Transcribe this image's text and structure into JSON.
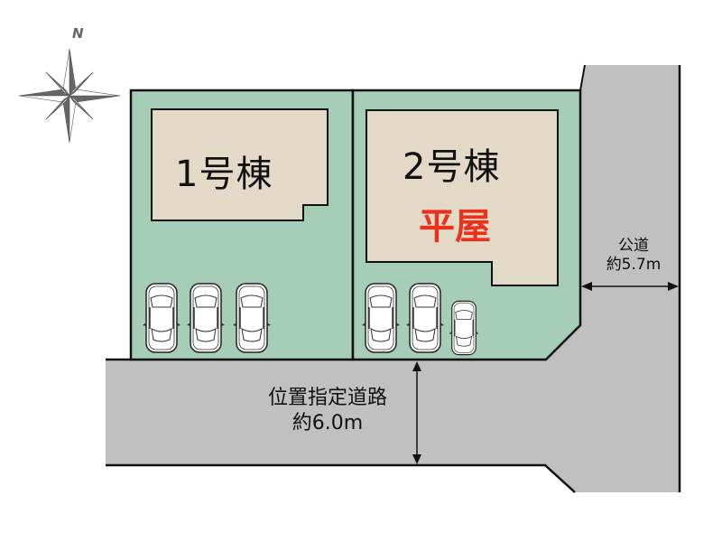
{
  "compass": {
    "north_label": "N",
    "icon": "compass-rose-icon"
  },
  "lots": [
    {
      "id": "lot-1",
      "building_label": "1号棟",
      "sub_label": "",
      "parking_spaces": 3
    },
    {
      "id": "lot-2",
      "building_label": "2号棟",
      "sub_label": "平屋",
      "parking_spaces": 3
    }
  ],
  "roads": {
    "public": {
      "name": "公道",
      "width": "約5.7m"
    },
    "designated": {
      "name": "位置指定道路",
      "width": "約6.0m"
    }
  },
  "colors": {
    "lot": "#a6cdb8",
    "building": "#e2dac7",
    "road": "#c0c0c0",
    "outline": "#111111",
    "accent_red": "#e8321e",
    "compass": "#666666"
  }
}
